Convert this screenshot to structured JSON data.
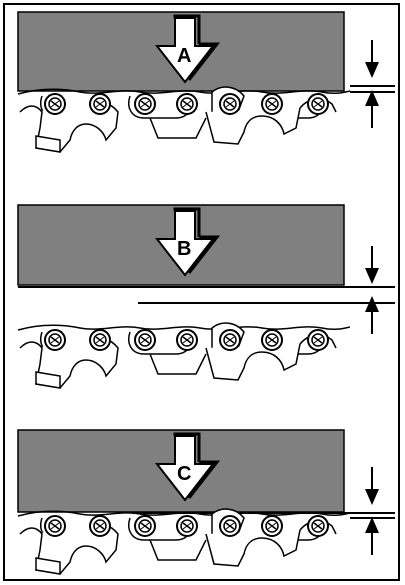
{
  "colors": {
    "block": "#808080",
    "outline": "#000000",
    "background": "#ffffff"
  },
  "panels": [
    {
      "label": "A"
    },
    {
      "label": "B"
    },
    {
      "label": "C"
    }
  ]
}
